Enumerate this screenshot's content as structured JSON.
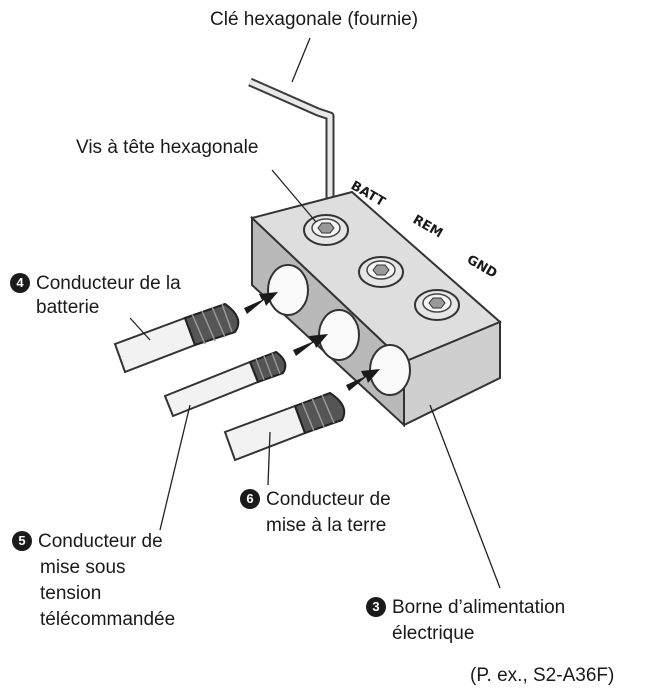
{
  "labels": {
    "hex_key": "Clé hexagonale (fournie)",
    "hex_screw": "Vis à tête hexagonale",
    "battery_num": "4",
    "battery_line1": "Conducteur de la",
    "battery_line2": "batterie",
    "remote_num": "5",
    "remote_line1": "Conducteur de",
    "remote_line2": "mise sous",
    "remote_line3": "tension",
    "remote_line4": "télécommandée",
    "ground_num": "6",
    "ground_line1": "Conducteur de",
    "ground_line2": "mise à la terre",
    "terminal_num": "3",
    "terminal_line1": "Borne d’alimentation",
    "terminal_line2": "électrique",
    "example": "(P. ex., S2-A36F)"
  },
  "terminal_marks": {
    "batt": "BATT",
    "rem": "REM",
    "gnd": "GND"
  }
}
